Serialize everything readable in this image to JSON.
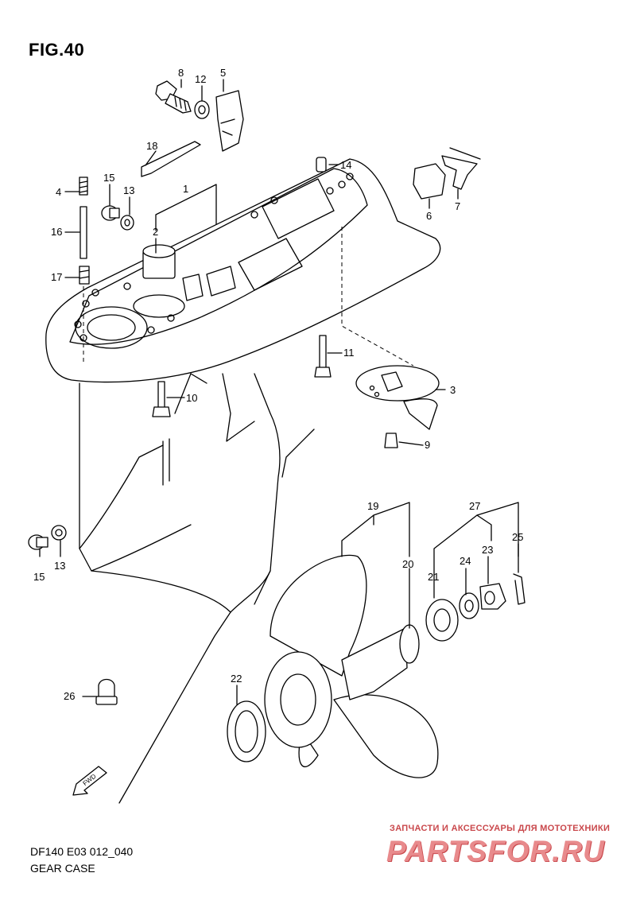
{
  "figure": {
    "title": "FIG.40"
  },
  "caption": {
    "model": "DF140 E03 012_040",
    "name": "GEAR CASE"
  },
  "arrow_label": "FWD",
  "watermark": {
    "tagline": "ЗАПЧАСТИ И АКСЕССУАРЫ ДЛЯ МОТОТЕХНИКИ",
    "brand": "PARTSFOR.RU"
  },
  "callouts": [
    "1",
    "2",
    "3",
    "4",
    "5",
    "6",
    "7",
    "8",
    "9",
    "10",
    "11",
    "12",
    "13",
    "14",
    "15",
    "16",
    "17",
    "18",
    "19",
    "20",
    "21",
    "22",
    "23",
    "24",
    "25",
    "26",
    "27",
    "15",
    "13"
  ]
}
